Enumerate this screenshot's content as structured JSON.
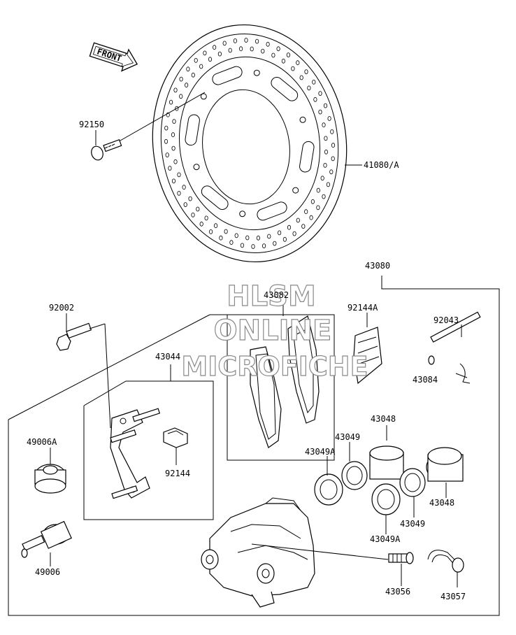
{
  "direction_arrow": "FRONT",
  "watermark": {
    "line1": "HLSM",
    "line2": "ONLINE",
    "line3": "MICROFICHE"
  },
  "parts": {
    "p92150": "92150",
    "p41080A": "41080/A",
    "p43080": "43080",
    "p43082": "43082",
    "p92002": "92002",
    "p92144A": "92144A",
    "p92043": "92043",
    "p43044": "43044",
    "p43084": "43084",
    "p49006A": "49006A",
    "p92144": "92144",
    "p43048a": "43048",
    "p43049a": "43049",
    "p43049Aa": "43049A",
    "p43048b": "43048",
    "p43049b": "43049",
    "p43049Ab": "43049A",
    "p49006": "49006",
    "p43056": "43056",
    "p43057": "43057"
  },
  "colors": {
    "line": "#000000",
    "watermark_outline": "#8a8a8a",
    "background": "#ffffff"
  }
}
